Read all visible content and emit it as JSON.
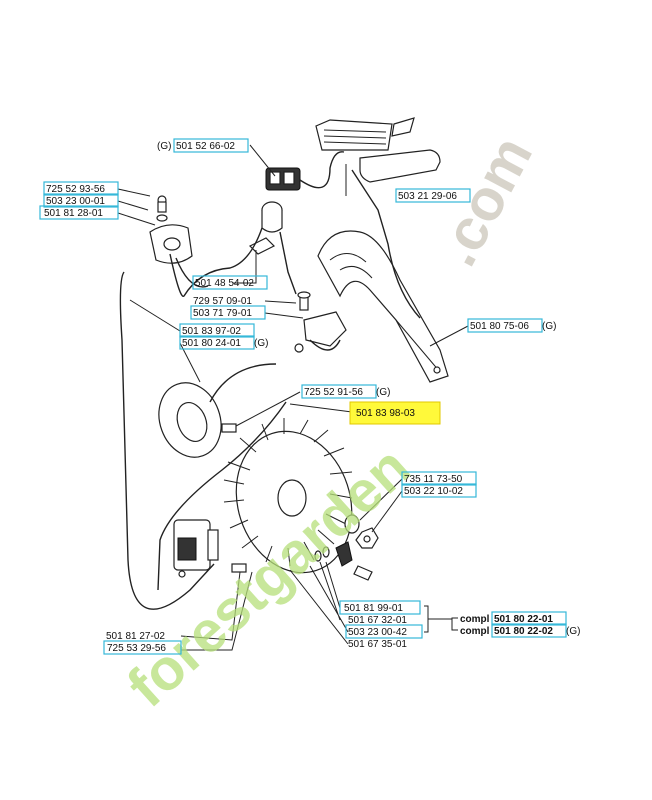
{
  "callouts": {
    "p1": {
      "prefix": "(G) ",
      "code": "501 52 66-02",
      "suffix": ""
    },
    "p2": {
      "prefix": "",
      "code": "725 52 93-56",
      "suffix": ""
    },
    "p3": {
      "prefix": "",
      "code": "503 23 00-01",
      "suffix": ""
    },
    "p4": {
      "prefix": "",
      "code": "501 81 28-01",
      "suffix": ""
    },
    "p5": {
      "prefix": "",
      "code": "503 21 29-06",
      "suffix": ""
    },
    "p6": {
      "prefix": "",
      "code": "501 48 54-02",
      "suffix": ""
    },
    "p7": {
      "prefix": "",
      "code": "729 57 09-01",
      "suffix": ""
    },
    "p8": {
      "prefix": "",
      "code": "503 71 79-01",
      "suffix": ""
    },
    "p9": {
      "prefix": "",
      "code": "501 80 75-06",
      "suffix": " (G)"
    },
    "p10": {
      "prefix": "",
      "code": "501 83 97-02",
      "suffix": ""
    },
    "p11": {
      "prefix": "",
      "code": "501 80 24-01",
      "suffix": " (G)"
    },
    "p12": {
      "prefix": "",
      "code": "725 52 91-56",
      "suffix": " (G)"
    },
    "p13": {
      "prefix": "",
      "code": "501 83 98-03",
      "suffix": ""
    },
    "p14": {
      "prefix": "",
      "code": "735 11 73-50",
      "suffix": ""
    },
    "p15": {
      "prefix": "",
      "code": "503 22 10-02",
      "suffix": ""
    },
    "p16": {
      "prefix": "",
      "code": "501 81 99-01",
      "suffix": ""
    },
    "p17": {
      "prefix": "",
      "code": "501 67 32-01",
      "suffix": ""
    },
    "p18": {
      "prefix": "",
      "code": "503 23 00-42",
      "suffix": ""
    },
    "p19": {
      "prefix": "",
      "code": "501 67 35-01",
      "suffix": ""
    },
    "p20": {
      "prefix": "",
      "code": "501 81 27-02",
      "suffix": ""
    },
    "p21": {
      "prefix": "",
      "code": "725 53 29-56",
      "suffix": ""
    }
  },
  "compl": {
    "c1": {
      "prefix": "compl ",
      "code": "501 80 22-01",
      "suffix": ""
    },
    "c2": {
      "prefix": "compl ",
      "code": "501 80 22-02",
      "suffix": " (G)"
    }
  },
  "watermark": {
    "left": "forestgarden",
    "right": ".com"
  },
  "colors": {
    "callout_box": "#35b8d8",
    "highlight": "#fff93a",
    "watermark_green": "#b6e07a",
    "watermark_orange": "#f5b87a",
    "watermark_grey": "#c8c3b6"
  }
}
